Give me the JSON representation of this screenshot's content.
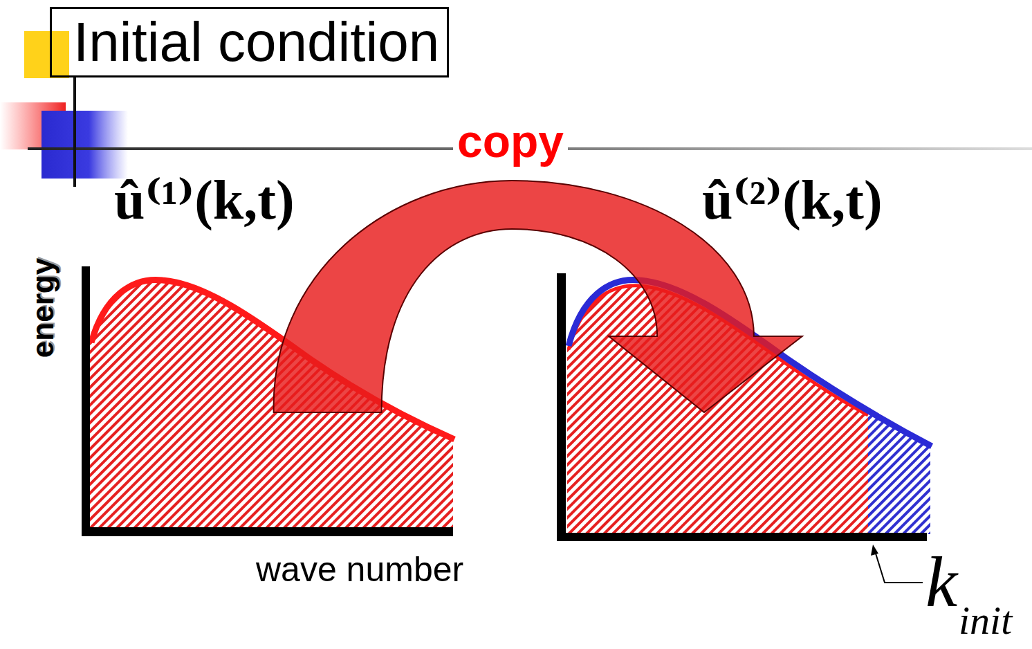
{
  "diagram": {
    "title": "Initial condition",
    "nodes": [
      {
        "text": [
          "û⁽¹⁾(k,t)"
        ]
      },
      {
        "text": [
          "û⁽²⁾(k,t)"
        ]
      }
    ],
    "edges": [
      {
        "from": 0,
        "to": 1,
        "arrow": "to",
        "label": "copy"
      }
    ],
    "labels": [
      "energy",
      "wave number",
      "k",
      "init"
    ]
  }
}
